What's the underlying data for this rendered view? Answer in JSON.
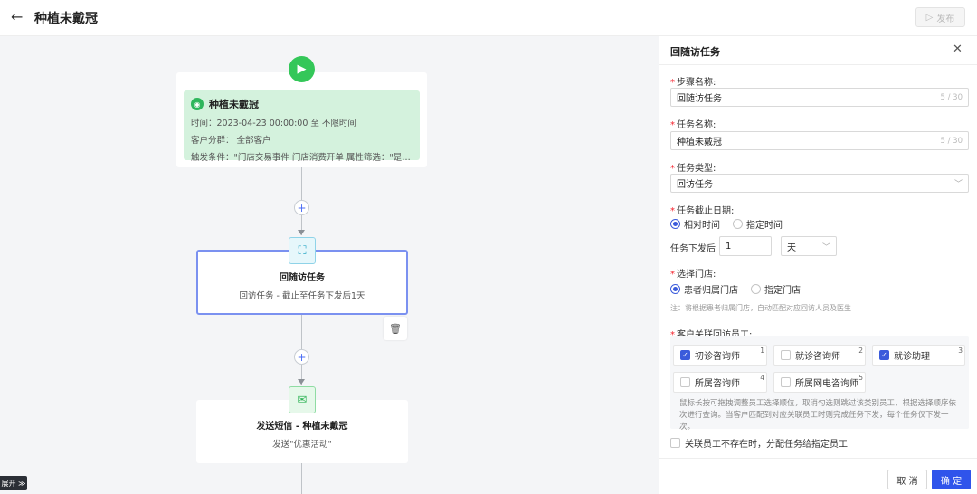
{
  "header": {
    "back_icon": "arrow-left-icon",
    "title": "种植未戴冠",
    "publish_label": "发布"
  },
  "canvas": {
    "trigger": {
      "title": "种植未戴冠",
      "time": "时间：2023-04-23 00:00:00 至 不限时间",
      "segment": "客户分群： 全部客户",
      "condition": "触发条件：\"门店交易事件 门店消费开单 属性筛选：\"是否种植\"等于\"是\"\""
    },
    "node1": {
      "title": "回随访任务",
      "desc": "回访任务 - 截止至任务下发后1天"
    },
    "node2": {
      "title": "发送短信 - 种植未戴冠",
      "desc": "发送\"优惠活动\""
    },
    "expand_label": "展开 ≫"
  },
  "panel": {
    "title": "回随访任务",
    "step_name": {
      "label": "步骤名称:",
      "value": "回随访任务",
      "count": "5 / 30"
    },
    "task_name": {
      "label": "任务名称:",
      "value": "种植未戴冠",
      "count": "5 / 30"
    },
    "task_type": {
      "label": "任务类型:",
      "value": "回访任务"
    },
    "deadline": {
      "label": "任务截止日期:",
      "options": [
        "相对时间",
        "指定时间"
      ],
      "after_label": "任务下发后",
      "amount": "1",
      "unit": "天"
    },
    "store": {
      "label": "选择门店:",
      "options": [
        "患者归属门店",
        "指定门店"
      ],
      "note": "注：将根据患者归属门店，自动匹配对应回访人员及医生"
    },
    "staff": {
      "label": "客户关联回访员工:",
      "items": [
        {
          "label": "初诊咨询师",
          "checked": true,
          "order": "1"
        },
        {
          "label": "就诊咨询师",
          "checked": false,
          "order": "2"
        },
        {
          "label": "就诊助理",
          "checked": true,
          "order": "3"
        },
        {
          "label": "所属咨询师",
          "checked": false,
          "order": "4"
        },
        {
          "label": "所属网电咨询师",
          "checked": false,
          "order": "5"
        }
      ],
      "hint": "鼠标长按可拖拽调整员工选择顺位，取消勾选则跳过该类别员工，根据选择顺序依次进行查询。当客户匹配到对应关联员工时则完成任务下发，每个任务仅下发一次。"
    },
    "assign_label": "关联员工不存在时，分配任务给指定员工",
    "cancel_label": "取 消",
    "ok_label": "确 定"
  },
  "colors": {
    "accent": "#2f54eb",
    "start": "#34c759",
    "trigger_bg": "#d4f2dd"
  }
}
